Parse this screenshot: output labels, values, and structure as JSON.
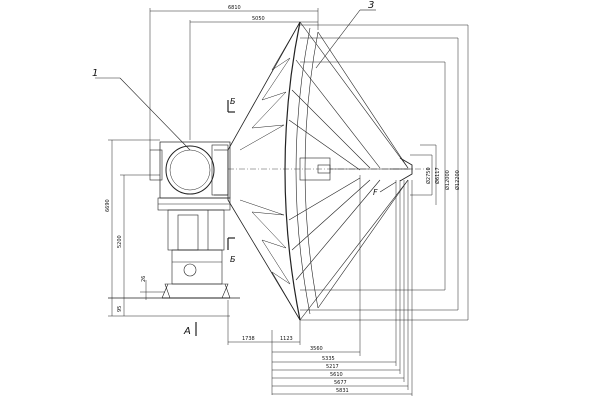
{
  "callouts": {
    "c1": "1",
    "c3": "3"
  },
  "section": {
    "b_top": "Б",
    "b_bottom": "Б"
  },
  "view": {
    "a": "A"
  },
  "focus_label": "F",
  "dims_top": {
    "d6810": "6810",
    "d5050": "5050"
  },
  "dims_left": {
    "d6690": "6690",
    "d5200": "5200",
    "d26": "26",
    "d95": "95"
  },
  "dims_right": {
    "d2750": "Ø2750",
    "d6117": "Ø6117",
    "d12000": "Ø12000",
    "d12200": "Ø12200"
  },
  "dims_bottom": {
    "d1738": "1738",
    "d1123": "1123",
    "d3560": "3560",
    "d5335": "5335",
    "d5217": "5217",
    "d5610": "5610",
    "d5677": "5677",
    "d5831": "5831"
  }
}
